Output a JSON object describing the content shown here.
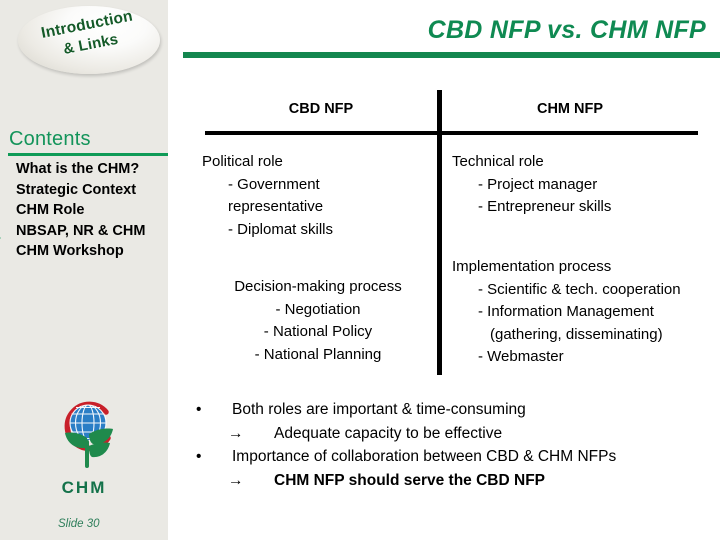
{
  "sidebar": {
    "badge": {
      "line1": "Introduction",
      "line2": "& Links"
    },
    "contents_heading": "Contents",
    "items": [
      {
        "label": "What is the CHM?",
        "active": false
      },
      {
        "label": "Strategic Context",
        "active": false
      },
      {
        "label": "CHM Role",
        "active": false
      },
      {
        "label": "NBSAP, NR & CHM",
        "active": true
      },
      {
        "label": "CHM Workshop",
        "active": false
      }
    ],
    "logo_caption": "CHM",
    "slide_number": "Slide 30"
  },
  "header": {
    "title": "CBD NFP vs. CHM NFP"
  },
  "table": {
    "columns": [
      {
        "header": "CBD NFP"
      },
      {
        "header": "CHM NFP"
      }
    ],
    "rows": [
      {
        "left": {
          "heading": "Political role",
          "items": [
            "- Government",
            "representative",
            "- Diplomat skills"
          ]
        },
        "right": {
          "heading": "Technical role",
          "items": [
            "- Project manager",
            "- Entrepreneur skills"
          ]
        }
      },
      {
        "left": {
          "heading": "Decision-making process",
          "items": [
            "- Negotiation",
            "- National Policy",
            "- National Planning"
          ]
        },
        "right": {
          "heading": "Implementation process",
          "items": [
            "- Scientific & tech. cooperation",
            "- Information Management",
            "(gathering, disseminating)",
            "- Webmaster"
          ]
        }
      }
    ]
  },
  "conclusions": {
    "bullet_mark": "•",
    "arrow_mark": "→",
    "points": [
      {
        "text": "Both roles are important & time-consuming",
        "sub": "Adequate capacity to be effective",
        "sub_bold": false
      },
      {
        "text": "Importance of collaboration between CBD & CHM NFPs",
        "sub": "CHM NFP should serve the CBD NFP",
        "sub_bold": true
      }
    ]
  },
  "colors": {
    "brand_green": "#0f8a52",
    "heading_green": "#13945a",
    "rule_green": "#14874f",
    "marker_green": "#17a05f",
    "sidebar_bg": "#eae9e4",
    "logo_globe_blue": "#2b7ec6",
    "logo_leaf_green": "#1f8a4c",
    "logo_arc_red": "#c8202a",
    "text_black": "#000000"
  }
}
